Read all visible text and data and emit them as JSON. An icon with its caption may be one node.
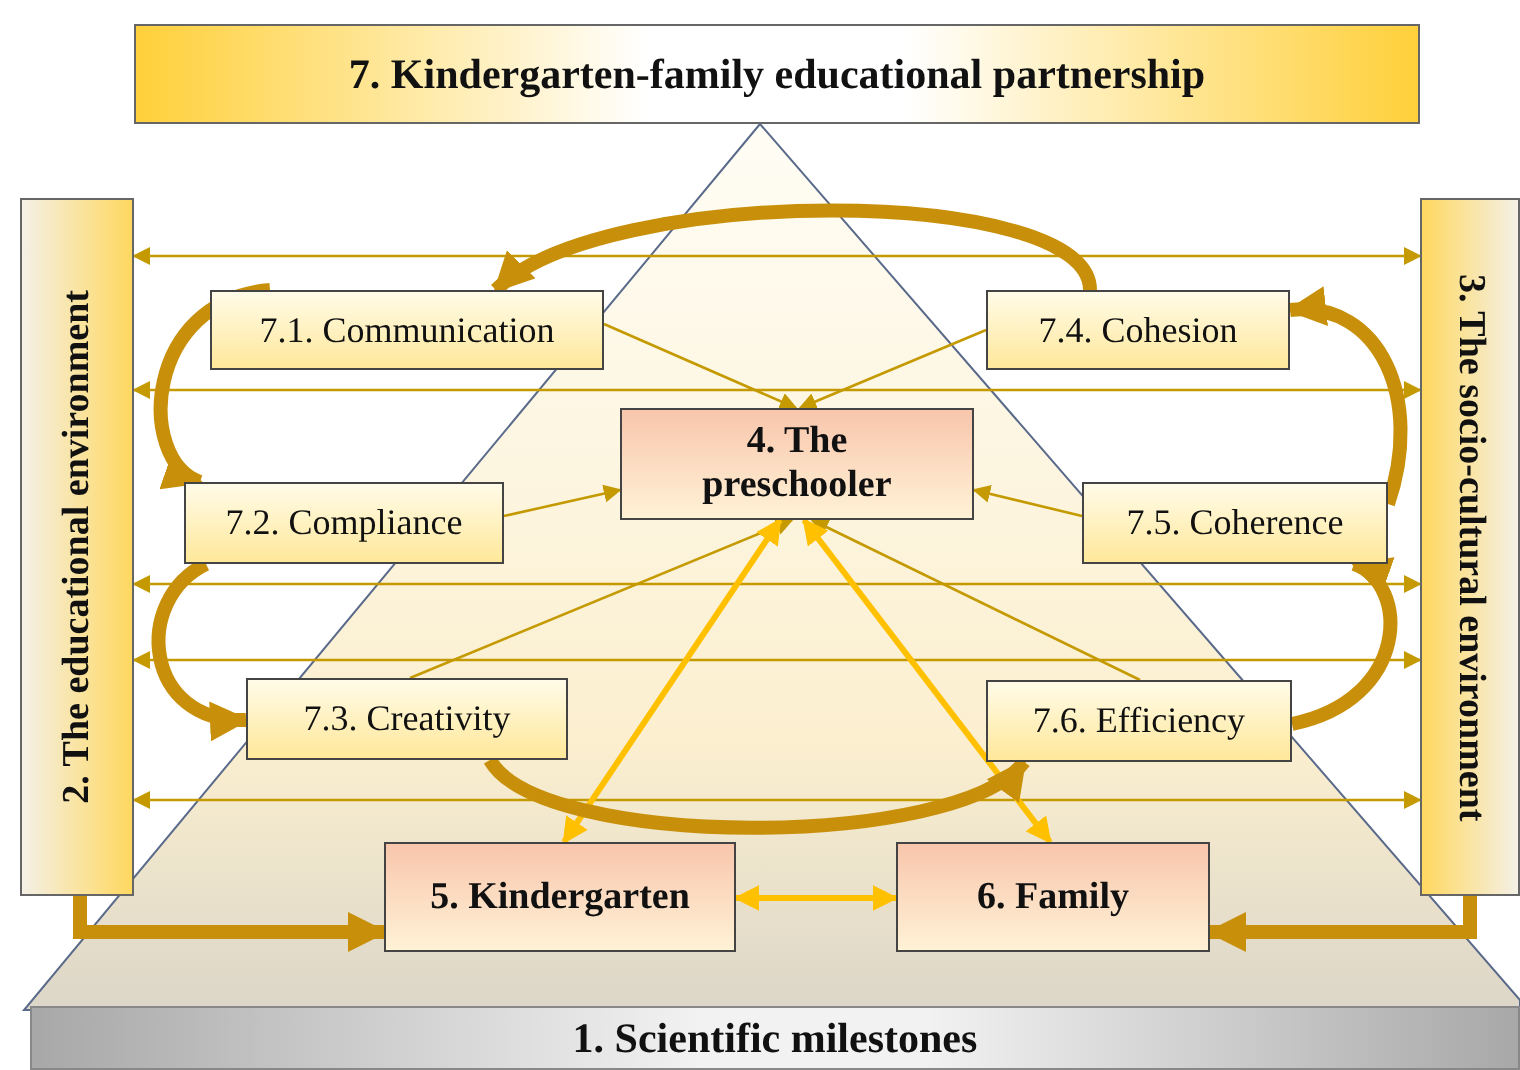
{
  "diagram": {
    "nodes": [
      {
        "text": [
          "7. Kindergarten-family educational partnership"
        ]
      },
      {
        "text": [
          "2. The educational environment"
        ]
      },
      {
        "text": [
          "3. The socio-cultural environment"
        ]
      },
      {
        "text": [
          "7.1. Communication"
        ]
      },
      {
        "text": [
          "7.4. Cohesion"
        ]
      },
      {
        "text": [
          "4. The preschooler"
        ]
      },
      {
        "text": [
          "7.2. Compliance"
        ]
      },
      {
        "text": [
          "7.5. Coherence"
        ]
      },
      {
        "text": [
          "7.3. Creativity"
        ]
      },
      {
        "text": [
          "7.6. Efficiency"
        ]
      },
      {
        "text": [
          "5. Kindergarten"
        ]
      },
      {
        "text": [
          "6. Family"
        ]
      },
      {
        "text": [
          "1. Scientific milestones"
        ]
      }
    ],
    "edges": [
      {
        "from": 1,
        "to": 2,
        "arrow": "both"
      },
      {
        "from": 1,
        "to": 2,
        "arrow": "both"
      },
      {
        "from": 1,
        "to": 2,
        "arrow": "both"
      },
      {
        "from": 1,
        "to": 2,
        "arrow": "both"
      },
      {
        "from": 1,
        "to": 2,
        "arrow": "both"
      },
      {
        "from": 3,
        "to": 5,
        "arrow": "to"
      },
      {
        "from": 4,
        "to": 5,
        "arrow": "to"
      },
      {
        "from": 6,
        "to": 5,
        "arrow": "to"
      },
      {
        "from": 7,
        "to": 5,
        "arrow": "to"
      },
      {
        "from": 8,
        "to": 5,
        "arrow": "to"
      },
      {
        "from": 9,
        "to": 5,
        "arrow": "to"
      },
      {
        "from": 5,
        "to": 10,
        "arrow": "both",
        "style": "thick",
        "color": "#ffc000"
      },
      {
        "from": 5,
        "to": 11,
        "arrow": "both",
        "style": "thick",
        "color": "#ffc000"
      },
      {
        "from": 10,
        "to": 11,
        "arrow": "both",
        "style": "thick",
        "color": "#ffc000"
      },
      {
        "from": 4,
        "to": 3,
        "arrow": "to",
        "style": "thick",
        "color": "#c8900a"
      },
      {
        "from": 3,
        "to": 6,
        "arrow": "to",
        "style": "thick",
        "color": "#c8900a"
      },
      {
        "from": 6,
        "to": 8,
        "arrow": "to",
        "style": "thick",
        "color": "#c8900a"
      },
      {
        "from": 8,
        "to": 9,
        "arrow": "to",
        "style": "thick",
        "color": "#c8900a"
      },
      {
        "from": 9,
        "to": 7,
        "arrow": "to",
        "style": "thick",
        "color": "#c8900a"
      },
      {
        "from": 7,
        "to": 4,
        "arrow": "to",
        "style": "thick",
        "color": "#c8900a"
      },
      {
        "from": 1,
        "to": 10,
        "arrow": "to",
        "style": "thick",
        "color": "#c8900a"
      },
      {
        "from": 2,
        "to": 11,
        "arrow": "to",
        "style": "thick",
        "color": "#c8900a"
      }
    ]
  }
}
